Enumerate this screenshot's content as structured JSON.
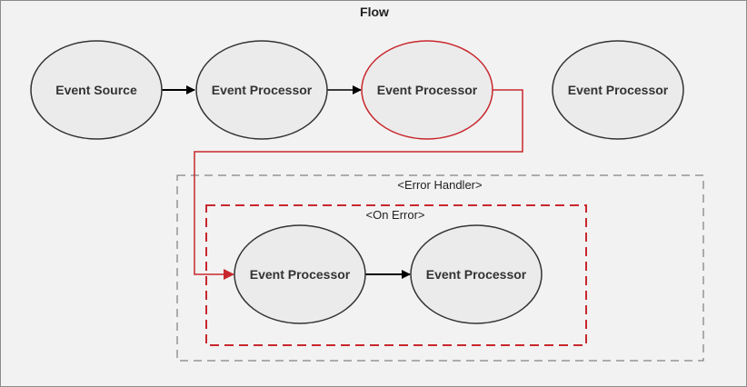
{
  "diagram": {
    "title": "Flow",
    "groups": {
      "error_handler": "<Error Handler>",
      "on_error": "<On Error>"
    },
    "nodes": {
      "source": "Event Source",
      "processor_1": "Event Processor",
      "processor_2": "Event Processor",
      "processor_3": "Event Processor",
      "error_processor_1": "Event Processor",
      "error_processor_2": "Event Processor"
    },
    "colors": {
      "background": "#f2f2f2",
      "node_fill": "#ebebeb",
      "node_stroke": "#333333",
      "error_stroke": "#c8282d",
      "group_dash": "#666666"
    }
  }
}
